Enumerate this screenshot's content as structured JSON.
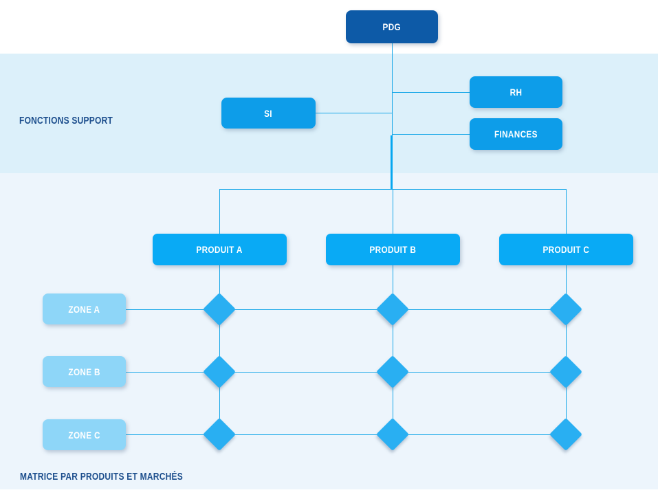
{
  "diagram": {
    "root": {
      "label": "PDG"
    },
    "support_section": {
      "label": "FONCTIONS SUPPORT",
      "nodes": [
        {
          "label": "SI"
        },
        {
          "label": "RH"
        },
        {
          "label": "FINANCES"
        }
      ]
    },
    "matrix_section": {
      "label": "MATRICE PAR PRODUITS ET MARCHÉS",
      "products": [
        {
          "label": "PRODUIT A"
        },
        {
          "label": "PRODUIT B"
        },
        {
          "label": "PRODUIT C"
        }
      ],
      "zones": [
        {
          "label": "ZONE A"
        },
        {
          "label": "ZONE B"
        },
        {
          "label": "ZONE C"
        }
      ]
    }
  },
  "colors": {
    "root_fill": "#0d5aa7",
    "support_fill": "#0d9de9",
    "product_fill": "#09aaf5",
    "zone_fill": "#8ed6f8",
    "diamond_fill": "#29aff2",
    "connector": "#17a7e8",
    "connector_thick": "#06a7f0",
    "band_support": "#dcf0fa",
    "band_matrix": "#edf5fc",
    "section_text": "#1b4d8c"
  }
}
